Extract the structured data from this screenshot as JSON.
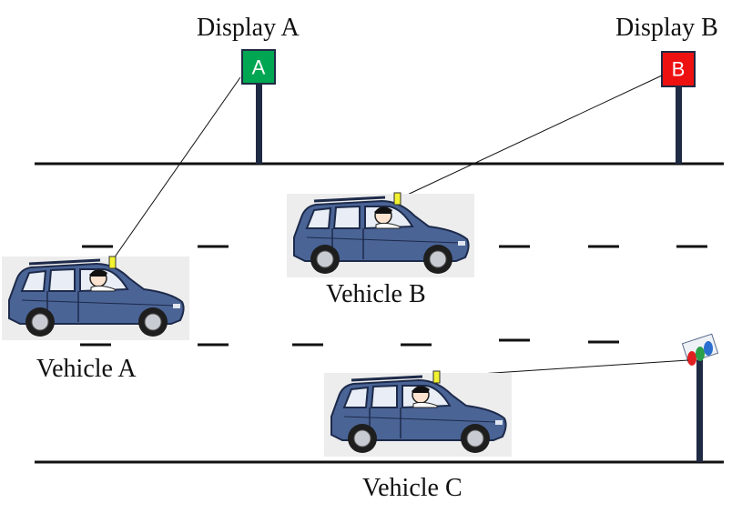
{
  "labels": {
    "display_a": "Display A",
    "display_b": "Display B",
    "vehicle_a": "Vehicle A",
    "vehicle_b": "Vehicle B",
    "vehicle_c": "Vehicle C"
  },
  "signs": {
    "a": {
      "letter": "A",
      "color": "#00a651"
    },
    "b": {
      "letter": "B",
      "color": "#ee1111"
    }
  },
  "colors": {
    "road_line": "#111111",
    "pole": "#1f2a44",
    "car_body": "#4a6496",
    "device": "#f2f230",
    "traffic_light_red": "#e02020",
    "traffic_light_green": "#2aa04a",
    "traffic_light_blue": "#2a6fd0"
  },
  "icons": {
    "vehicle_icon": "car-with-driver-icon",
    "traffic_light_icon": "traffic-light-icon",
    "device_icon": "onboard-unit-icon"
  }
}
